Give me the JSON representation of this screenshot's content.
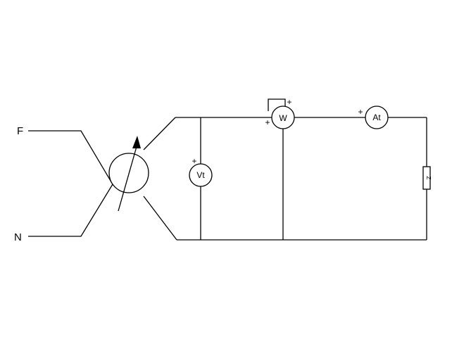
{
  "source_labels": {
    "phase": "F",
    "neutral": "N"
  },
  "meters": {
    "voltmeter": {
      "label": "Vt",
      "sign": "+"
    },
    "wattmeter": {
      "label": "W",
      "sign_top": "+",
      "sign_left": "+"
    },
    "ammeter": {
      "label": "At",
      "sign": "+"
    }
  },
  "load": {
    "label": "Z"
  },
  "colors": {
    "line": "#000000",
    "background": "#ffffff"
  }
}
